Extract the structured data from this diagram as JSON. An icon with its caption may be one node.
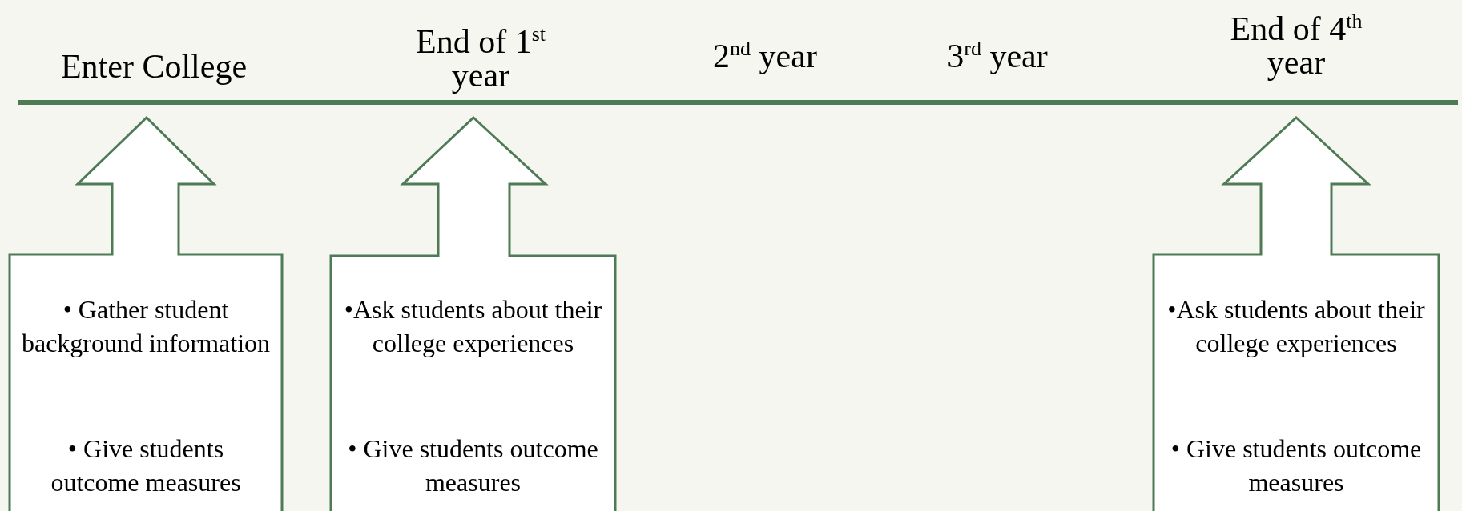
{
  "diagram": {
    "nodes": [
      {
        "text": [
          "• Gather student background information",
          "• Give students outcome measures"
        ]
      },
      {
        "text": [
          "•Ask students about their college experiences",
          "• Give students outcome measures"
        ]
      },
      {
        "text": [
          "•Ask students about their college experiences",
          "• Give students outcome measures"
        ]
      }
    ],
    "labels": [
      "Enter College",
      "End of 1$^{st}$ year",
      "2$^{nd}$ year",
      "3$^{rd}$ year",
      "End of 4$^{th}$ year"
    ]
  }
}
